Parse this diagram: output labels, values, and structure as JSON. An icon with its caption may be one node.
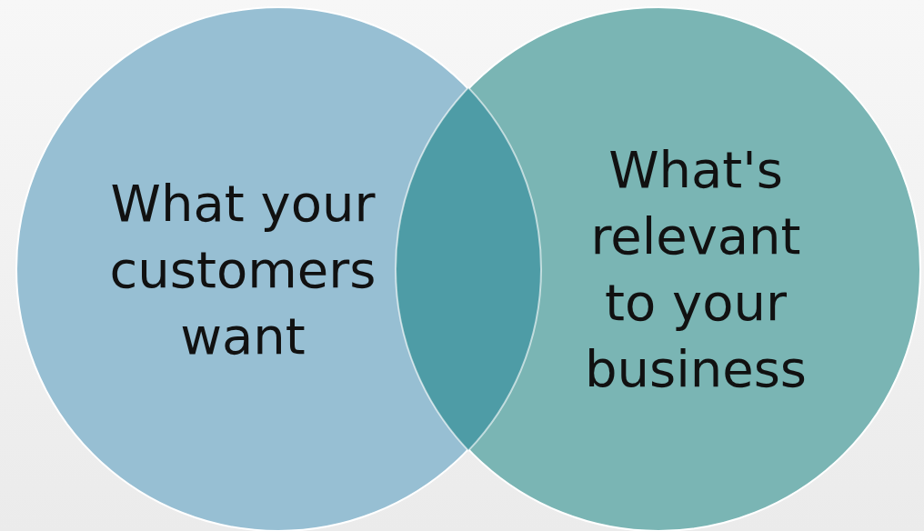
{
  "diagram": {
    "nodes": [
      {
        "text": [
          "What your customers want"
        ]
      },
      {
        "text": [
          "What's relevant to your business"
        ]
      },
      {
        "text": [],
        "shape": "lens"
      }
    ]
  }
}
